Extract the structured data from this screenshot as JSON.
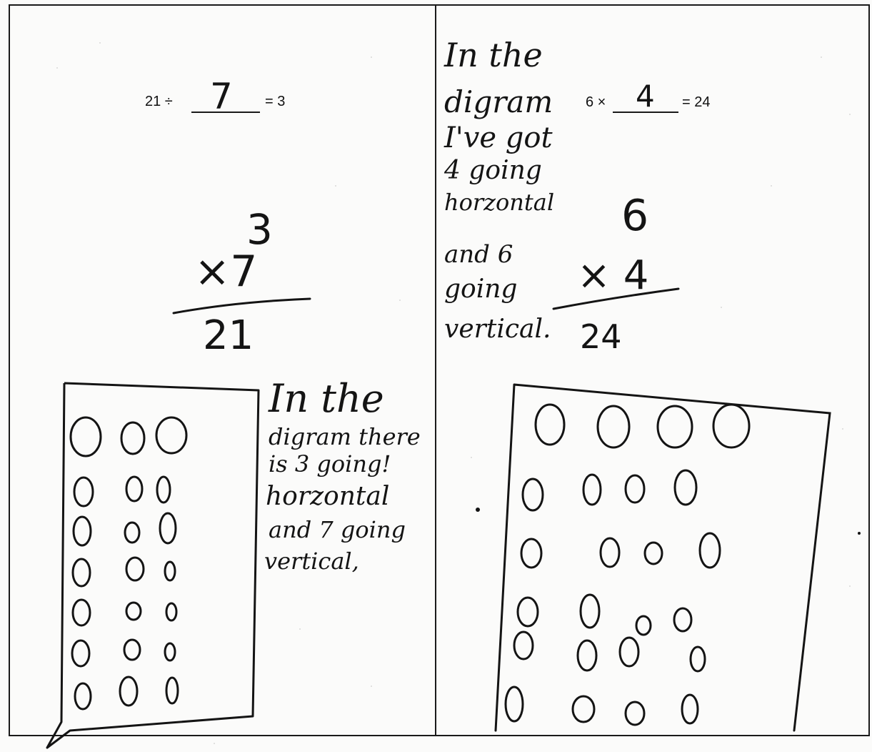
{
  "left_problem": {
    "printed_before": "21 ÷",
    "answer": "7",
    "printed_after": "= 3",
    "work": {
      "top": "3",
      "operator_line": "×7",
      "result": "21"
    },
    "explanation": [
      "In the",
      "digram there",
      "is 3 going!",
      "horzontal",
      "and 7 going",
      "vertical,"
    ]
  },
  "right_problem": {
    "printed_before": "6 ×",
    "answer": "4",
    "printed_after": "= 24",
    "explanation": [
      "In the",
      "digram",
      "I've got",
      "4 going",
      "horzontal",
      "and 6",
      "going",
      "vertical."
    ],
    "work": {
      "top": "6",
      "operator_line": "× 4",
      "result": "24"
    }
  },
  "colors": {
    "ink": "#141414",
    "paper": "#fbfbfa",
    "line": "#1a1a1a"
  }
}
